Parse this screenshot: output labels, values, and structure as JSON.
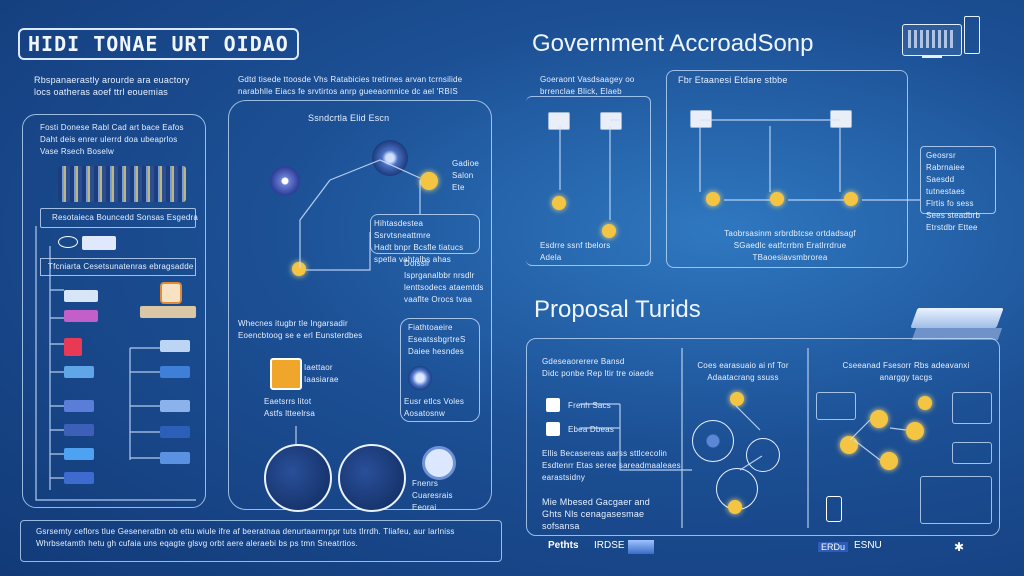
{
  "header": {
    "left_title": "HIDI TONAE URT OIDAO",
    "right_title": "Government AccroadSonp",
    "section2_title": "Proposal Turids"
  },
  "left_panel": {
    "intro": "Rbspanaerastly arourde ara euactory\nlocs oatheras aoef ttrl eouemias",
    "card_text": "Fosti Donese Rabl Cad art bace Eafos\nDaht deis enrer ulerrd doa ubeaprlos\nVase Rsech Boselw",
    "bar1": "Resotaieca Bouncedd Sonsas Esgedra",
    "bar2": "Tfcniarta Cesetsunatenras ebragsadde",
    "footer": "Gsrsemty ceflors tlue Geseneratbn ob ettu wiule ifre af beeratnaa denurtaarmrppr tuts tlrrdh. Tliafeu, aur larlniss\nWhrbsetamth hetu gh cufaia uns eqagte glsvg orbt aere aleraebi bs ps tmn Sneatrtios."
  },
  "center_panel": {
    "intro": "Gdtd tisede ttoosde Vhs Ratabicies tretirnes arvan tcrnsilide\nnarabhlle Eiacs fe srvtirtos anrp gueeaomnice dc ael 'RBIS",
    "label_top": "Ssndcrtla Elid Escn",
    "note1": "Hihtasdestea Ssrvtsneattmre\nHadt bnpr Bcsfle tiatucs\nspetla vahtalbs ahas",
    "note2": "Doisslr\nIsprganalbbr nrsdlr\nlenttsodecs ataemtds\nvaaflte Orocs tvaa",
    "note3": "Whecnes itugbr tle Ingarsadir\nEoencbtoog se e erl Eunsterdbes",
    "note4": "Fiathtoaeire\nEseatssbgrtreS\nDaiee hesndes",
    "note5": "Eaetsrrs litot\nAstfs ltteelrsa",
    "note6": "Eusr etlcs Voles\nAosatosnw"
  },
  "gov_panel": {
    "left_text": "Goeraont Vasdsaagey oo\nbrrenclae Blick, Elaeb",
    "box_title": "Fbr Etaanesi Etdare stbbe",
    "bottom_text": "Taobrsasinm srbrdbtcse ortdadsagf\nSGaedlc eatfcrrbm Eratlrrdrue\nTBaoesiavsmbrorea",
    "side_note": "Geosrsr Rabrnaiee\nSaesdd tutnestaes\nFlrtis fo sess\nSees steadbrb\nEtrstdbr Ettee"
  },
  "proposal_panel": {
    "col1_title": "Gdeseaorerere Bansd\nDidc ponbe Rep ltir tre oiaede",
    "col1_item1": "Frenh Sacs",
    "col1_item2": "Ebea Dbeas",
    "col1_text": "Ellis Becasereas aarss sttlcecolin\nEsdtenrr Etas seree sareadmaaleaes\nearastsidny",
    "col1_footer": "Mie Mbesed Gacgaer and\nGhts Nls cenagasesmae sofsansa",
    "col2_title": "Coes earasuaio ai nf Tor\nAdaatacrang ssuss",
    "col3_title": "Cseeanad Fsesorr Rbs adeavanxi\nanarggy tacgs"
  },
  "brand_logos": [
    "Pethts",
    "IRDSE",
    "ERDu",
    "ESNU"
  ],
  "colors": {
    "accent_gold": "#f4c542",
    "line": "#cfe3ff",
    "bg_dark": "#123a78"
  }
}
